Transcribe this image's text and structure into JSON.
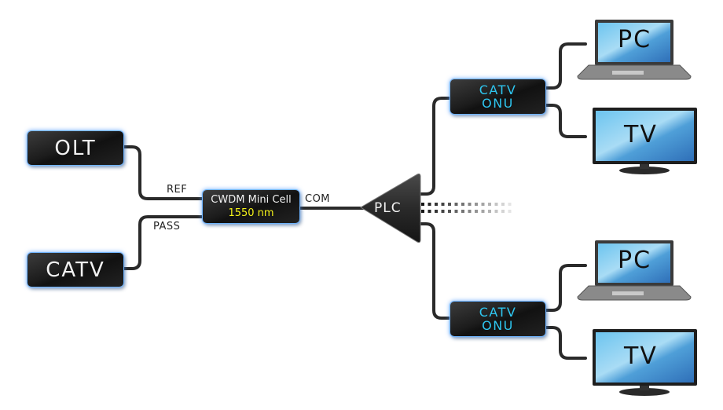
{
  "diagram": {
    "title": "CATV overlay network with CWDM Mini Cell",
    "nodes": {
      "olt": {
        "label": "OLT"
      },
      "catv_source": {
        "label": "CATV"
      },
      "cwdm": {
        "line1": "CWDM Mini Cell",
        "line2": "1550 nm"
      },
      "plc": {
        "label": "PLC"
      },
      "onu_top": {
        "line1": "CATV",
        "line2": "ONU"
      },
      "onu_bottom": {
        "line1": "CATV",
        "line2": "ONU"
      },
      "pc_top": {
        "label": "PC"
      },
      "tv_top": {
        "label": "TV"
      },
      "pc_bottom": {
        "label": "PC"
      },
      "tv_bottom": {
        "label": "TV"
      }
    },
    "ports": {
      "ref": "REF",
      "pass": "PASS",
      "com": "COM"
    },
    "colors": {
      "box_glow": "#6fb4ff",
      "onu_text": "#2ec6f0",
      "wavelength_text": "#f4f21a",
      "wire": "#2a2a2a"
    }
  }
}
